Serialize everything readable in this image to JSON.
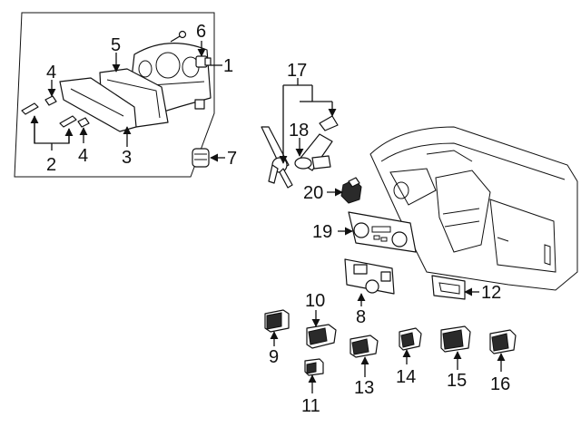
{
  "callouts": {
    "c1": "1",
    "c2": "2",
    "c3": "3",
    "c4a": "4",
    "c4b": "4",
    "c5": "5",
    "c6": "6",
    "c7": "7",
    "c8": "8",
    "c9": "9",
    "c10": "10",
    "c11": "11",
    "c12": "12",
    "c13": "13",
    "c14": "14",
    "c15": "15",
    "c16": "16",
    "c17": "17",
    "c18": "18",
    "c19": "19",
    "c20": "20"
  },
  "colors": {
    "line": "#111111",
    "background": "#ffffff"
  }
}
